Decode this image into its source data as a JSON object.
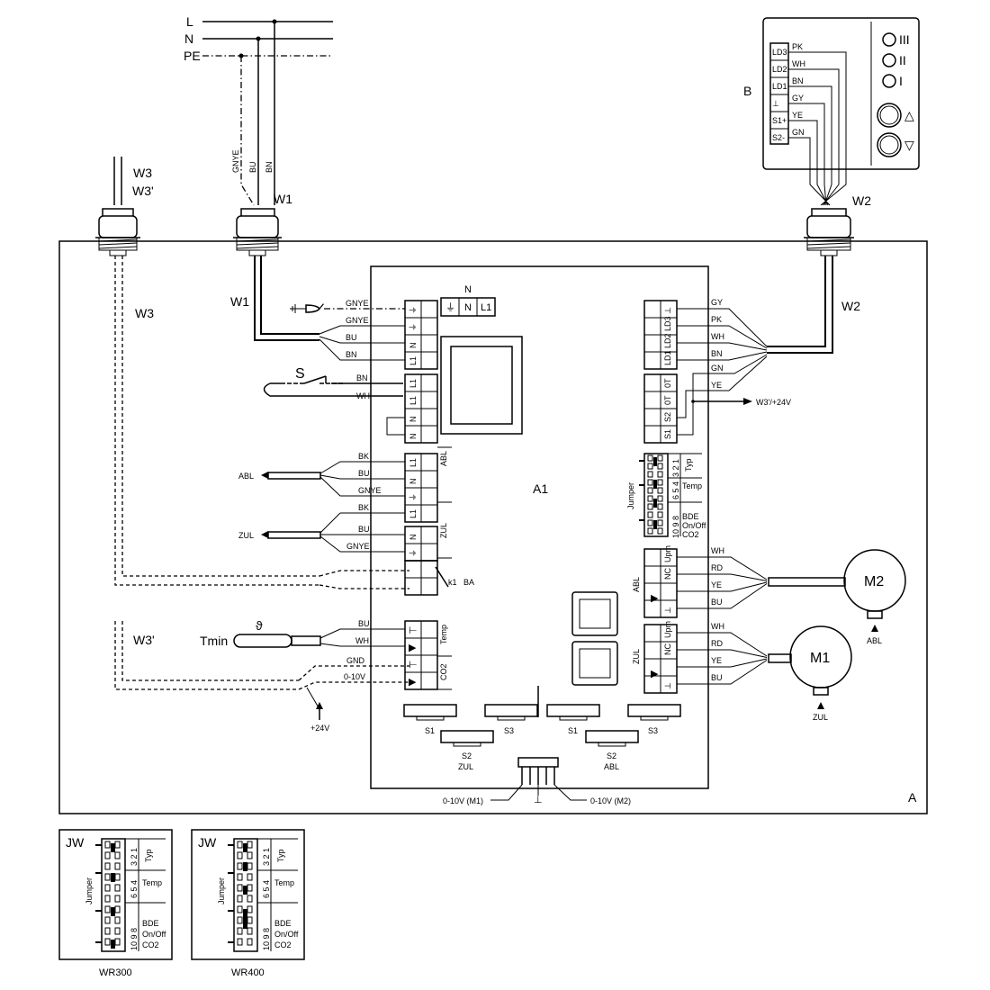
{
  "supply": {
    "L": "L",
    "N": "N",
    "PE": "PE"
  },
  "cable_labels": {
    "W1": "W1",
    "W1_in": "W1",
    "W2": "W2",
    "W2_in": "W2",
    "W3": "W3",
    "W3p": "W3'",
    "W3_in": "W3",
    "W3p_in": "W3'"
  },
  "supply_wire_colors": {
    "gnye": "GNYE",
    "bu": "BU",
    "bn": "BN"
  },
  "panel_b": {
    "label": "B",
    "terminals": [
      "LD3",
      "LD2",
      "LD1",
      "⊥",
      "S1+",
      "S2-"
    ],
    "wires": [
      "PK",
      "WH",
      "BN",
      "GY",
      "YE",
      "GN"
    ],
    "leds": [
      "III",
      "II",
      "I"
    ],
    "buttons": [
      "△",
      "▽"
    ]
  },
  "box_a": {
    "label": "A"
  },
  "board": {
    "label": "A1",
    "n_label": "N",
    "n_terms": [
      "⏚",
      "N",
      "L1"
    ]
  },
  "mains": {
    "wires": [
      "GNYE",
      "GNYE",
      "BU",
      "BN"
    ],
    "terms": [
      "⏚",
      "⏚",
      "N",
      "L1"
    ]
  },
  "switch": {
    "label": "S",
    "wires": [
      "BN",
      "WH"
    ],
    "terms": [
      "L1",
      "L1",
      "N",
      "N"
    ]
  },
  "abl_fan": {
    "side": "ABL",
    "wires": [
      "BK",
      "BU",
      "GNYE",
      "BK"
    ],
    "terms": [
      "L1",
      "N",
      "⏚",
      "L1"
    ],
    "arrow": "ABL"
  },
  "zul_fan": {
    "side": "ZUL",
    "wires": [
      "BU",
      "GNYE"
    ],
    "terms": [
      "N",
      "⏚"
    ],
    "arrow": "ZUL"
  },
  "relay": {
    "label": "k1",
    "ba": "BA"
  },
  "right_top": {
    "terms": [
      "⊥",
      "LD3",
      "LD2",
      "LD1"
    ],
    "wires": [
      "GY",
      "PK",
      "WH",
      "BN"
    ]
  },
  "right_mid": {
    "terms": [
      "0T",
      "0T",
      "S2",
      "S1"
    ],
    "wires": [
      "GN",
      "YE"
    ],
    "out": "W3'/+24V"
  },
  "jumper": {
    "title": "Jumper",
    "nums": [
      "3 2 1",
      "6 5 4",
      "10 9 8",
      "10 9 8"
    ],
    "groups": [
      "Typ",
      "Temp",
      "BDE",
      "On/Off",
      "CO2"
    ]
  },
  "motor2": {
    "label": "M2",
    "side": "ABL",
    "terms": [
      "Upm",
      "NC",
      "",
      "⊥"
    ],
    "wires": [
      "WH",
      "RD",
      "YE",
      "BU"
    ],
    "arrow": "ABL"
  },
  "motor1": {
    "label": "M1",
    "side": "ZUL",
    "terms": [
      "Upm",
      "NC",
      "",
      "⊥"
    ],
    "wires": [
      "WH",
      "RD",
      "YE",
      "BU"
    ],
    "arrow": "ZUL"
  },
  "temp": {
    "tmin": "Tmin",
    "sensor_sym": "ϑ",
    "wires": [
      "BU",
      "WH"
    ],
    "side": "Temp"
  },
  "co2": {
    "wires": [
      "GND",
      "0-10V"
    ],
    "side": "CO2",
    "supply": "+24V"
  },
  "switches": {
    "s1": "S1",
    "s3": "S3",
    "s1b": "S1",
    "s3b": "S3",
    "s2": "S2",
    "s2_sub": "ZUL",
    "s2b": "S2",
    "s2b_sub": "ABL"
  },
  "outputs": {
    "m1": "0-10V (M1)",
    "m2": "0-10V (M2)",
    "gnd": "⊥"
  },
  "jw300": {
    "title": "JW",
    "caption": "WR300"
  },
  "jw400": {
    "title": "JW",
    "caption": "WR400"
  }
}
